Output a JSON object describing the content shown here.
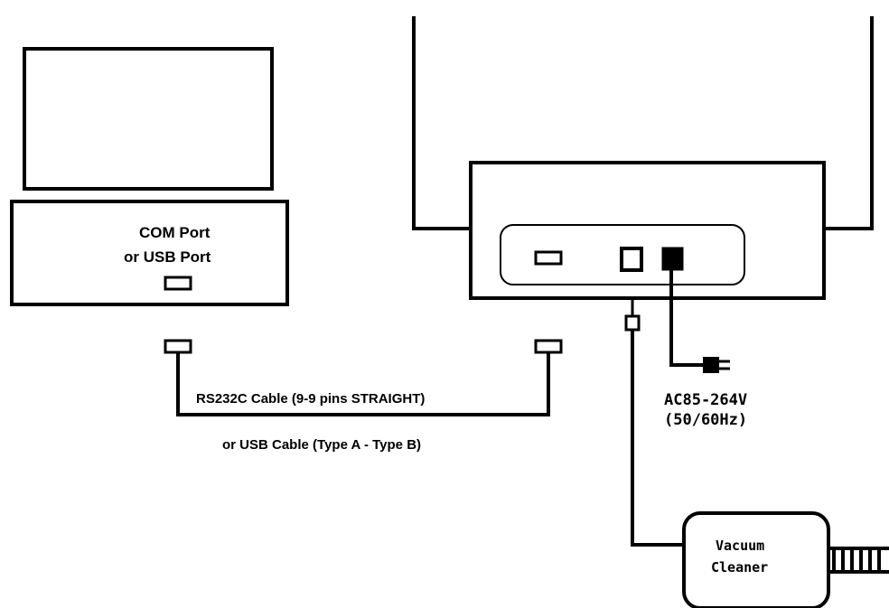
{
  "pc": {
    "port_line1": "COM Port",
    "port_line2": "or USB Port"
  },
  "cable": {
    "line1": "RS232C Cable (9-9 pins STRAIGHT)",
    "line2": "or USB Cable  (Type A - Type B)"
  },
  "power": {
    "line1": "AC85-264V",
    "line2": "(50/60Hz)"
  },
  "vacuum": {
    "line1": "Vacuum",
    "line2": "Cleaner"
  },
  "colors": {
    "stroke": "#000000",
    "background": "#ffffff"
  }
}
